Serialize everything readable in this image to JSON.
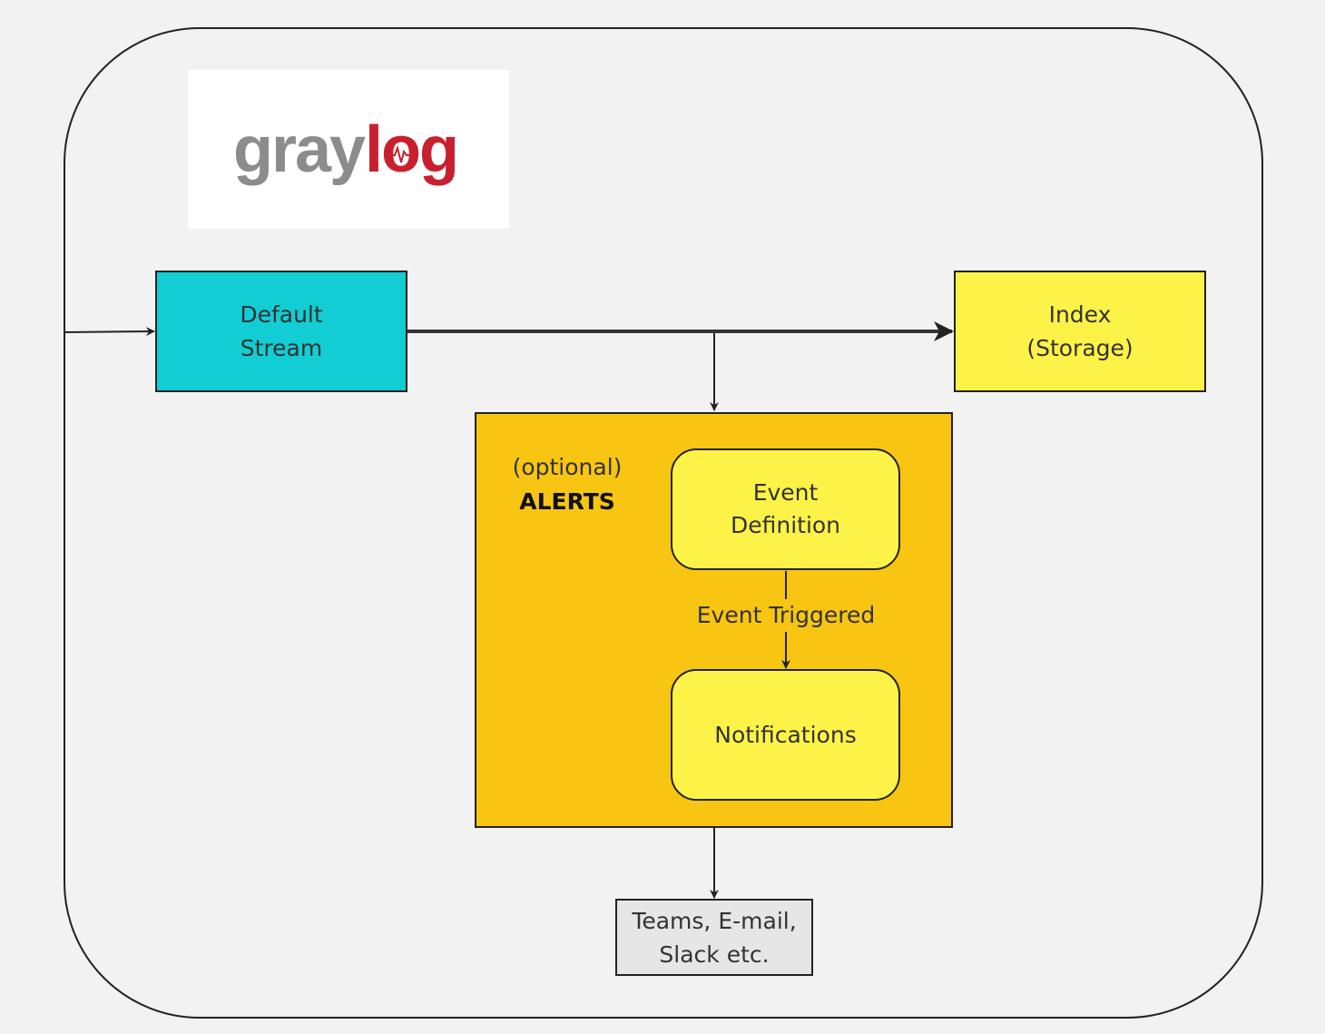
{
  "logo": {
    "part1": "gray",
    "part2": "log",
    "colors": {
      "gray": "#8c8c8c",
      "red": "#c8202f"
    }
  },
  "nodes": {
    "default_stream": {
      "line1": "Default",
      "line2": "Stream",
      "color": "#12cdd4"
    },
    "index": {
      "line1": "Index",
      "line2": "(Storage)",
      "color": "#fdf348"
    },
    "alerts": {
      "line1": "(optional)",
      "line2": "ALERTS",
      "color": "#f8c513"
    },
    "event_definition": {
      "line1": "Event",
      "line2": "Definition",
      "color": "#fdf348"
    },
    "notifications": {
      "label": "Notifications",
      "color": "#fdf348"
    },
    "destinations": {
      "line1": "Teams, E-mail,",
      "line2": "Slack etc.",
      "color": "#e6e6e6"
    }
  },
  "edges": {
    "event_triggered": "Event Triggered"
  }
}
